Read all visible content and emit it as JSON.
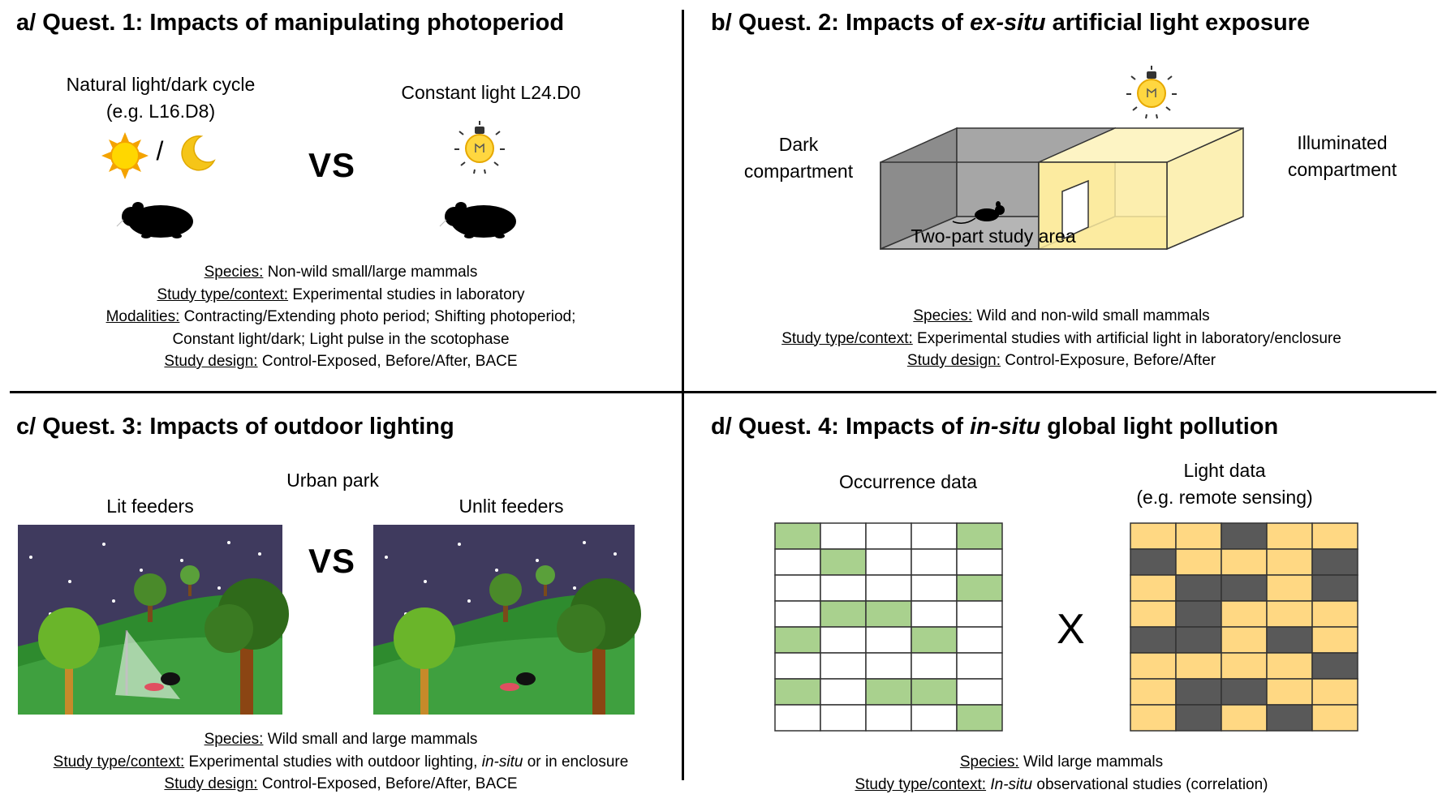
{
  "panels": {
    "a": {
      "title": "a/ Quest. 1: Impacts of manipulating photoperiod",
      "left_label_line1": "Natural light/dark cycle",
      "left_label_line2": "(e.g. L16.D8)",
      "slash": "/",
      "vs": "VS",
      "right_label": "Constant light L24.D0",
      "species_key": "Species:",
      "species_val": " Non-wild small/large mammals",
      "study_key": "Study type/context:",
      "study_val": "  Experimental studies in laboratory",
      "modalities_key": "Modalities:",
      "modalities_val": " Contracting/Extending photo period; Shifting photoperiod;",
      "modalities_val2": "Constant light/dark; Light pulse in the scotophase",
      "design_key": "Study design:",
      "design_val": " Control-Exposed,  Before/After,  BACE"
    },
    "b": {
      "title_pre": "b/ Quest. 2: Impacts of ",
      "title_em": "ex-situ",
      "title_post": " artificial light exposure",
      "dark_line1": "Dark",
      "dark_line2": "compartment",
      "lit_line1": "Illuminated",
      "lit_line2": "compartment",
      "area_label": "Two-part study area",
      "species_key": "Species:",
      "species_val": " Wild and non-wild small mammals",
      "study_key": "Study type/context:",
      "study_val": "  Experimental studies with artificial light in laboratory/enclosure",
      "design_key": "Study design:",
      "design_val": " Control-Exposure,  Before/After"
    },
    "c": {
      "title": "c/ Quest. 3: Impacts of outdoor lighting",
      "park_label": "Urban park",
      "lit_label": "Lit feeders",
      "unlit_label": "Unlit feeders",
      "vs": "VS",
      "species_key": "Species:",
      "species_val": " Wild small and large mammals",
      "study_key": "Study type/context:",
      "study_val_pre": "  Experimental studies with outdoor  lighting, ",
      "study_val_em": "in-situ",
      "study_val_post": " or in enclosure",
      "design_key": "Study design:",
      "design_val": " Control-Exposed,  Before/After,  BACE"
    },
    "d": {
      "title_pre": "d/ Quest. 4: Impacts of ",
      "title_em": "in-situ",
      "title_post": " global light pollution",
      "occurrence_label": "Occurrence data",
      "light_label_line1": "Light data",
      "light_label_line2": "(e.g. remote sensing)",
      "cross": "X",
      "species_key": "Species:",
      "species_val": " Wild large mammals",
      "study_key": "Study type/context:",
      "study_val_em": "In-situ",
      "study_val_post": " observational studies (correlation)"
    }
  },
  "grids": {
    "occurrence": [
      [
        1,
        0,
        0,
        0,
        1
      ],
      [
        0,
        1,
        0,
        0,
        0
      ],
      [
        0,
        0,
        0,
        0,
        1
      ],
      [
        0,
        1,
        1,
        0,
        0
      ],
      [
        1,
        0,
        0,
        1,
        0
      ],
      [
        0,
        0,
        0,
        0,
        0
      ],
      [
        1,
        0,
        1,
        1,
        0
      ],
      [
        0,
        0,
        0,
        0,
        1
      ]
    ],
    "light": [
      [
        1,
        1,
        0,
        1,
        1
      ],
      [
        0,
        1,
        1,
        1,
        0
      ],
      [
        1,
        0,
        0,
        1,
        0
      ],
      [
        1,
        0,
        1,
        1,
        1
      ],
      [
        0,
        0,
        1,
        0,
        1
      ],
      [
        1,
        1,
        1,
        1,
        0
      ],
      [
        1,
        0,
        0,
        1,
        1
      ],
      [
        1,
        0,
        1,
        0,
        1
      ]
    ]
  },
  "colors": {
    "green": "#a9d18e",
    "yellow": "#ffd883",
    "dark_gray": "#595959",
    "night_sky": "#3f3a5e",
    "grass": "#2e8b2e",
    "compartment_gray": "#a6a6a6",
    "compartment_yellow": "#fbeba0",
    "sun": "#ffd700",
    "moon": "#f5c518"
  }
}
